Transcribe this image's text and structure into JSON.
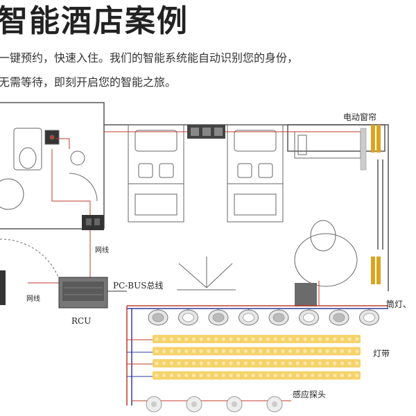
{
  "header": {
    "title": "智能酒店案例",
    "line1": "一键预约，快速入住。我们的智能系统能自动识别您的身份，",
    "line2": "无需等待，即刻开启您的智能之旅。"
  },
  "labels": {
    "curtain": "电动窗帘",
    "network1": "网线",
    "network2": "网线",
    "bus": "PC-BUS总线",
    "rcu": "RCU",
    "downlight": "筒灯、",
    "strip": "灯带",
    "sensor": "感应探头"
  },
  "colors": {
    "wall": "#555555",
    "wire_red": "#c0392b",
    "wire_blue": "#2c3e9e",
    "strip": "#f5d26b"
  },
  "counts": {
    "downlights": 8,
    "strips": 4,
    "sensors": 4
  }
}
